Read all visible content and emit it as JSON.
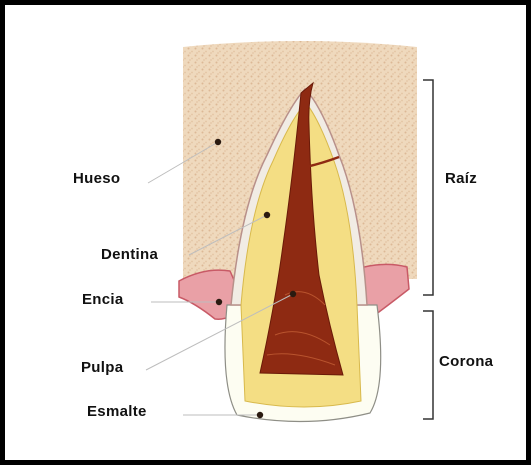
{
  "labels": {
    "hueso": "Hueso",
    "dentina": "Dentina",
    "encia": "Encia",
    "pulpa": "Pulpa",
    "esmalte": "Esmalte"
  },
  "regions": {
    "raiz": "Raíz",
    "corona": "Corona"
  },
  "colors": {
    "frame": "#000000",
    "bone": "#ecd6b8",
    "dentin": "#f3df86",
    "pulp": "#8e2a12",
    "gum": "#e8959d",
    "enamel": "#fdfdf2",
    "leader": "#bdbdbd",
    "bracket": "#333333"
  }
}
